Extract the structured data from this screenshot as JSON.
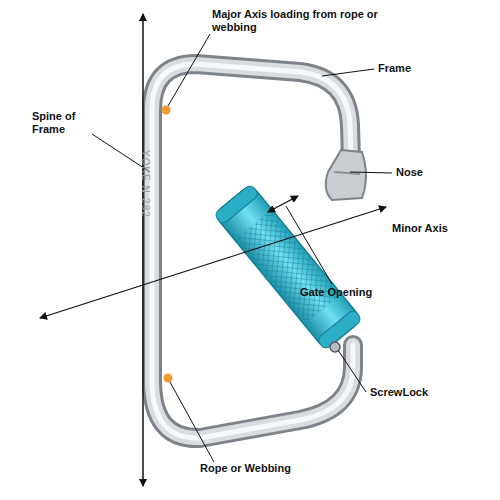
{
  "diagram": {
    "labels": [
      "Major Axis loading from rope or webbing",
      "Frame",
      "Spine of Frame",
      "Nose",
      "Minor Axis",
      "Gate Opening",
      "ScrewLock",
      "Rope or Webbing",
      "YOKE N-282"
    ]
  }
}
